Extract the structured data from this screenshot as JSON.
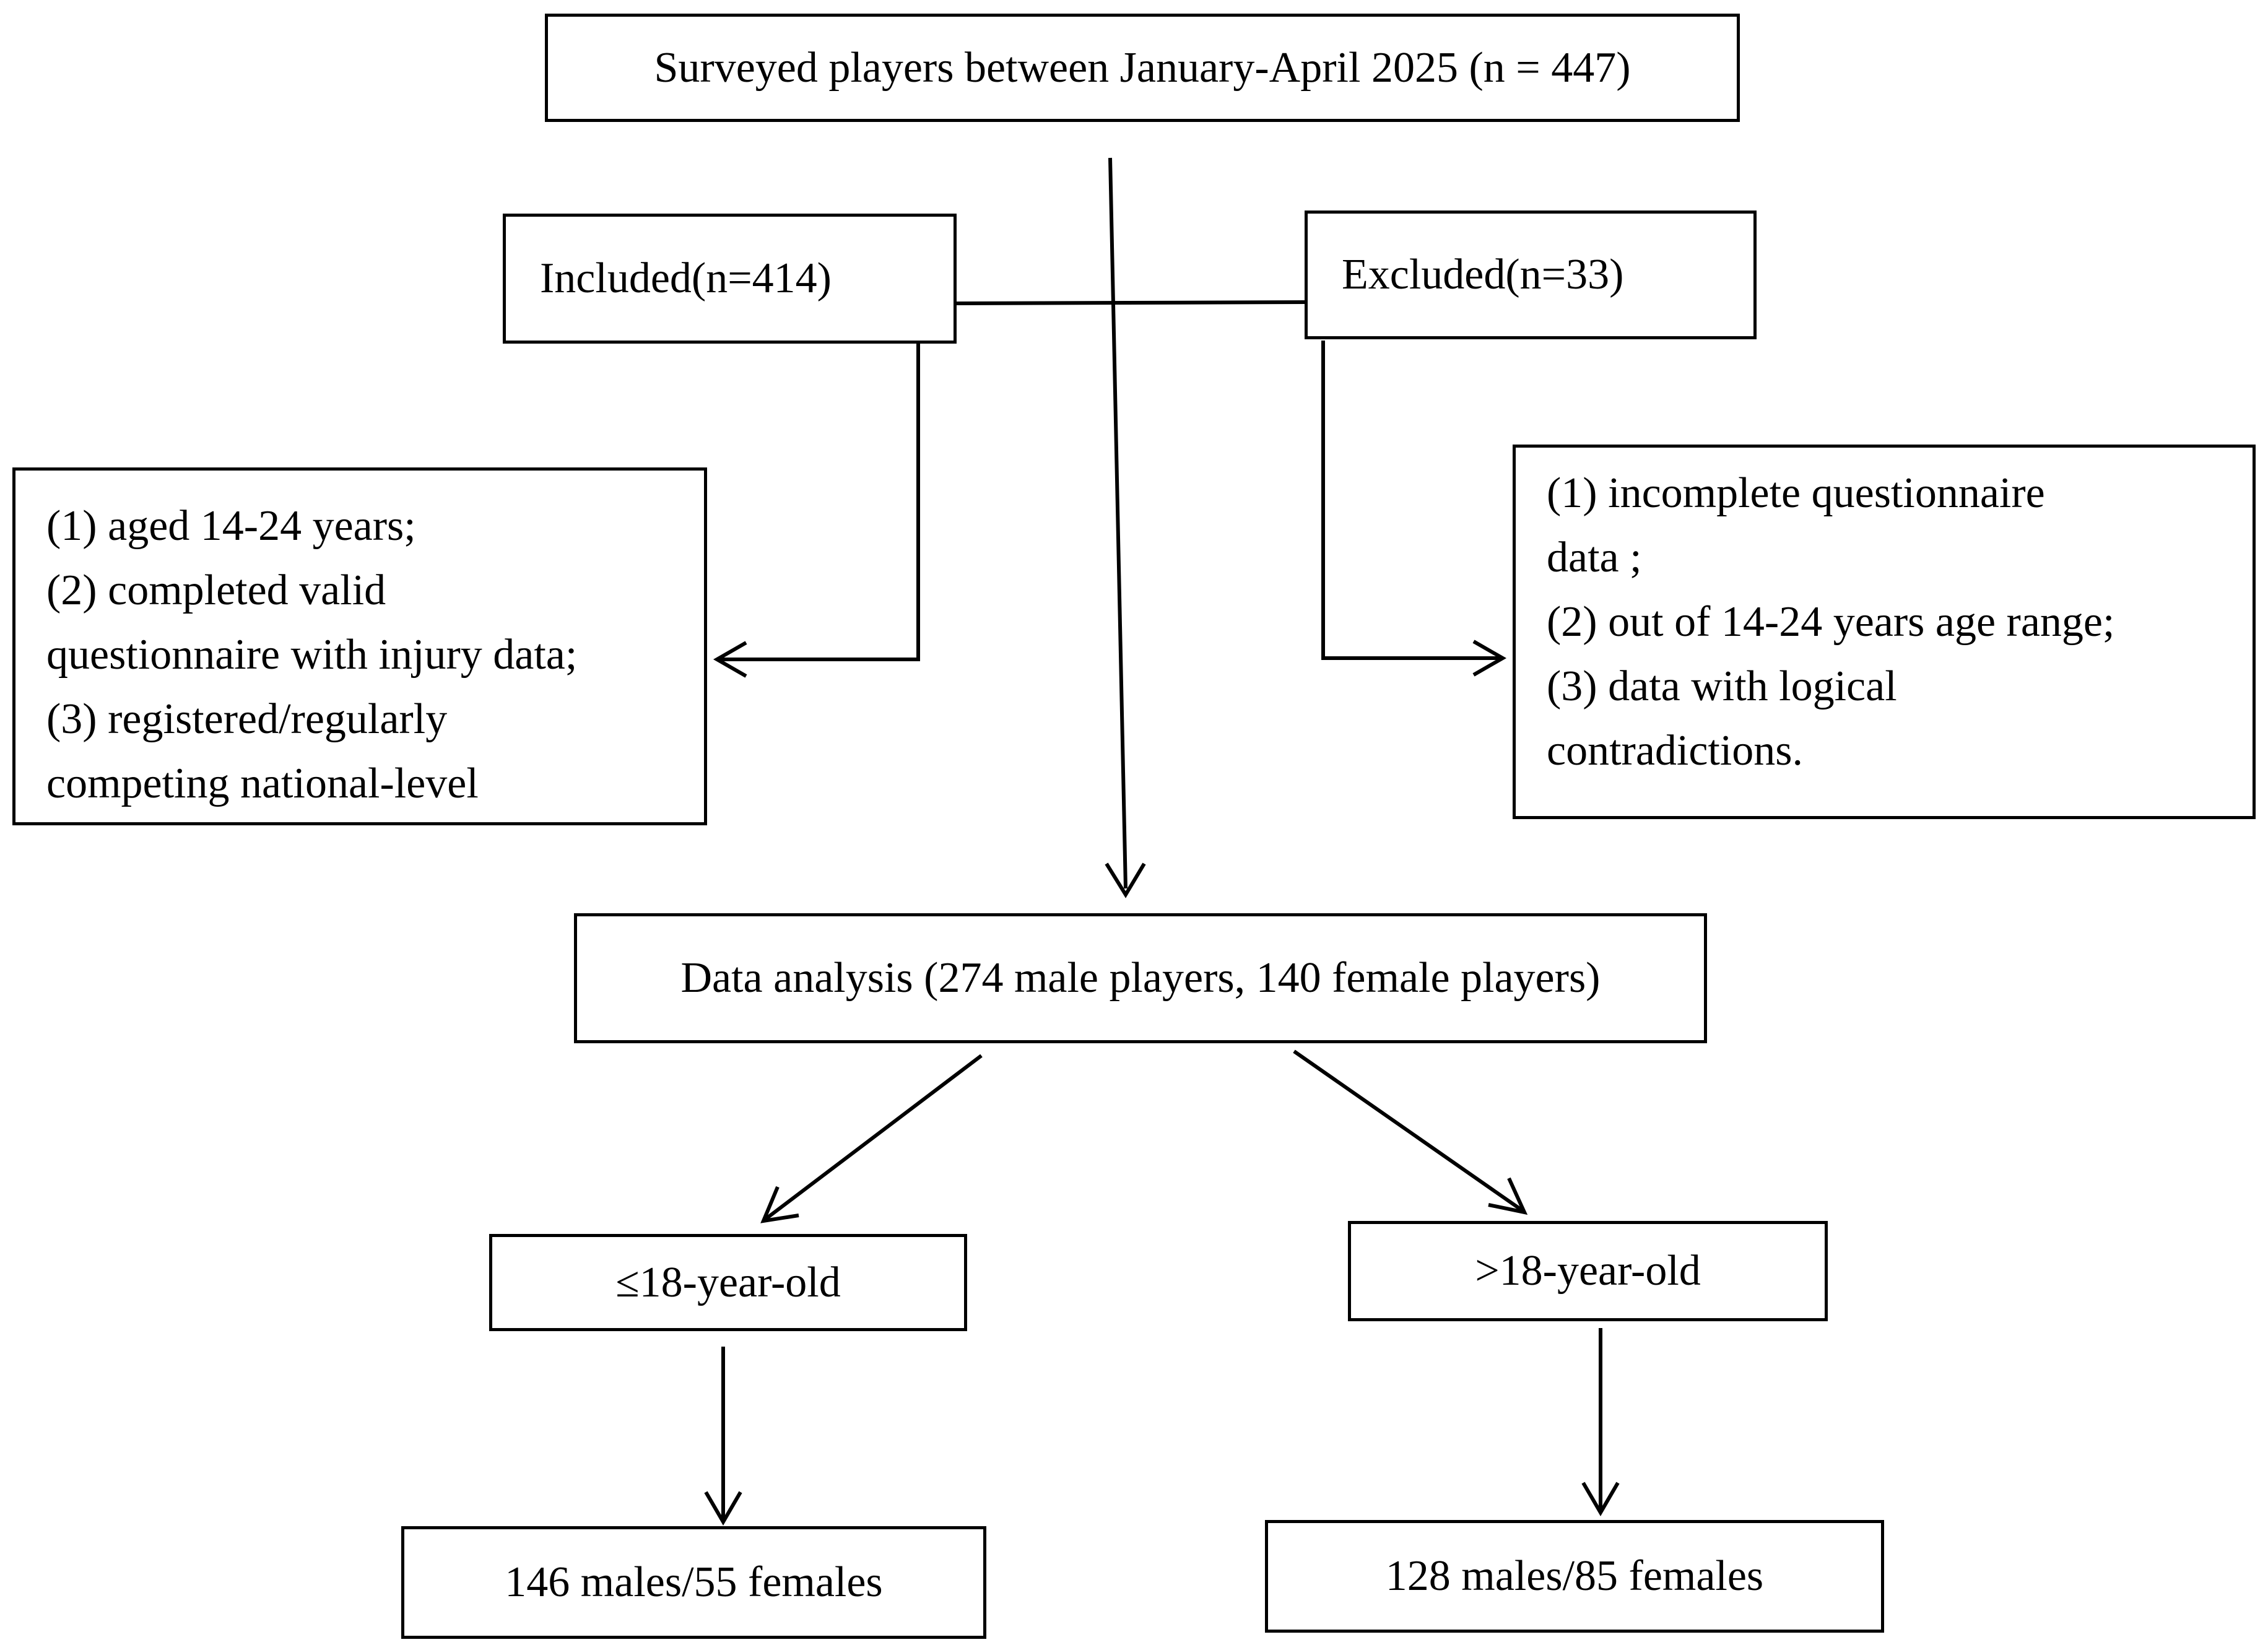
{
  "diagram": {
    "top": {
      "text": "Surveyed players between January-April 2025 (n = 447)"
    },
    "included": {
      "text": "Included(n=414)"
    },
    "excluded": {
      "text": "Excluded(n=33)"
    },
    "inclusion_criteria": {
      "lines": [
        "(1)  aged 14-24 years;",
        "(2)  completed valid",
        "questionnaire with injury data;",
        "(3)  registered/regularly",
        "competing national-level"
      ]
    },
    "exclusion_criteria": {
      "lines": [
        "(1)  incomplete questionnaire",
        "data ;",
        "(2)  out of 14-24 years age range;",
        "(3)  data with logical",
        "contradictions."
      ]
    },
    "analysis": {
      "text": "Data analysis (274 male players, 140 female players)"
    },
    "young": {
      "text": "≤18-year-old"
    },
    "old": {
      "text": ">18-year-old"
    },
    "young_result": {
      "text": "146 males/55 females"
    },
    "old_result": {
      "text": "128 males/85 females"
    }
  },
  "colors": {
    "line": "#000000",
    "background": "#ffffff"
  }
}
